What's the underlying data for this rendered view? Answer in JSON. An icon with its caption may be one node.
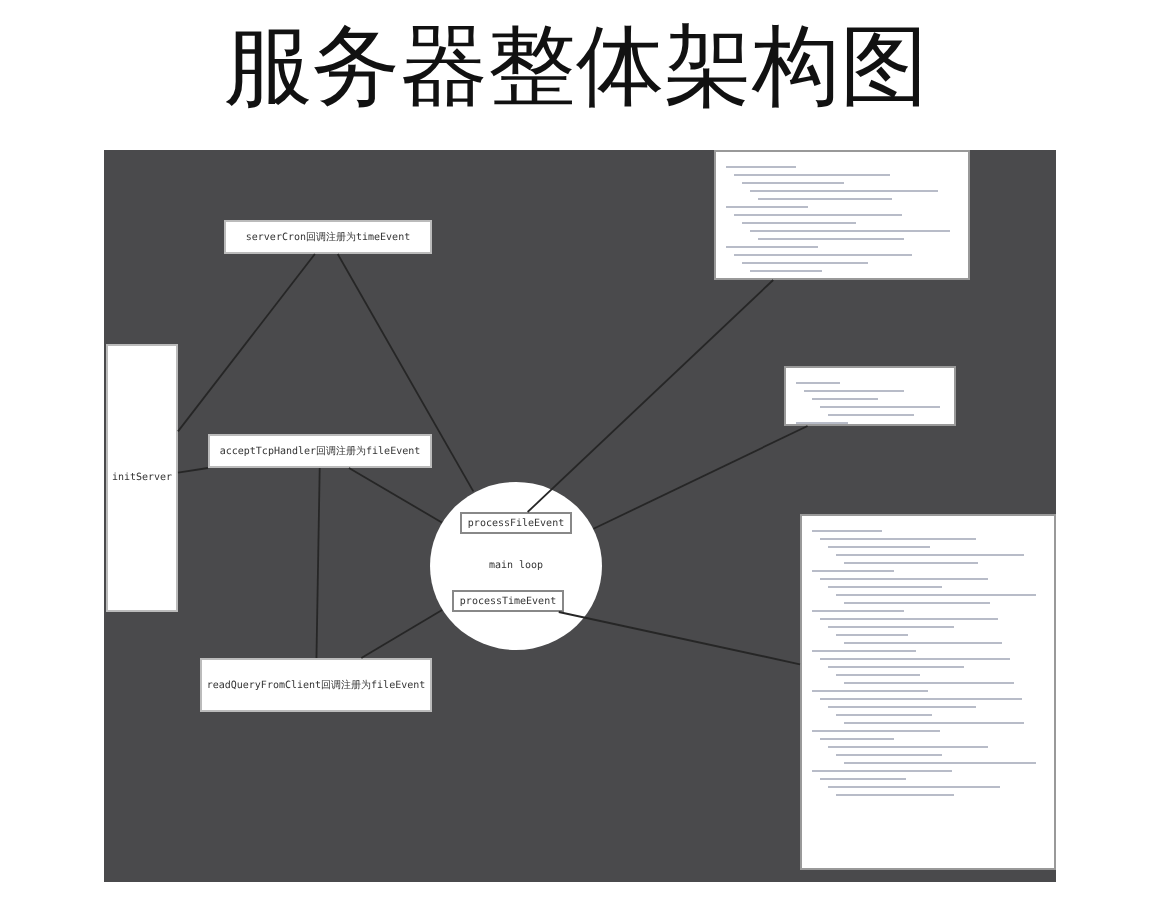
{
  "diagram": {
    "title": "服务器整体架构图",
    "nodes": [
      {
        "text": [
          "initServer"
        ]
      },
      {
        "text": [
          "serverCron回调注册为timeEvent"
        ]
      },
      {
        "text": [
          "acceptTcpHandler回调注册为fileEvent"
        ]
      },
      {
        "text": [
          "readQueryFromClient回调注册为fileEvent"
        ]
      },
      {
        "text": [
          "main loop"
        ]
      },
      {
        "text": [
          "processFileEvent"
        ],
        "in": 4
      },
      {
        "text": [
          "processTimeEvent"
        ],
        "in": 4
      },
      {
        "text": [],
        "shape": "box"
      },
      {
        "text": [],
        "shape": "box"
      },
      {
        "text": [],
        "shape": "box"
      }
    ],
    "edges": [
      {
        "from": 0,
        "to": 1,
        "arrow": "none"
      },
      {
        "from": 0,
        "to": 2,
        "arrow": "none"
      },
      {
        "from": 1,
        "to": 4,
        "arrow": "none"
      },
      {
        "from": 2,
        "to": 4,
        "arrow": "none"
      },
      {
        "from": 2,
        "to": 3,
        "arrow": "none"
      },
      {
        "from": 3,
        "to": 4,
        "arrow": "none"
      },
      {
        "from": 5,
        "to": 7,
        "arrow": "none"
      },
      {
        "from": 4,
        "to": 8,
        "arrow": "none"
      },
      {
        "from": 6,
        "to": 9,
        "arrow": "none"
      }
    ]
  }
}
